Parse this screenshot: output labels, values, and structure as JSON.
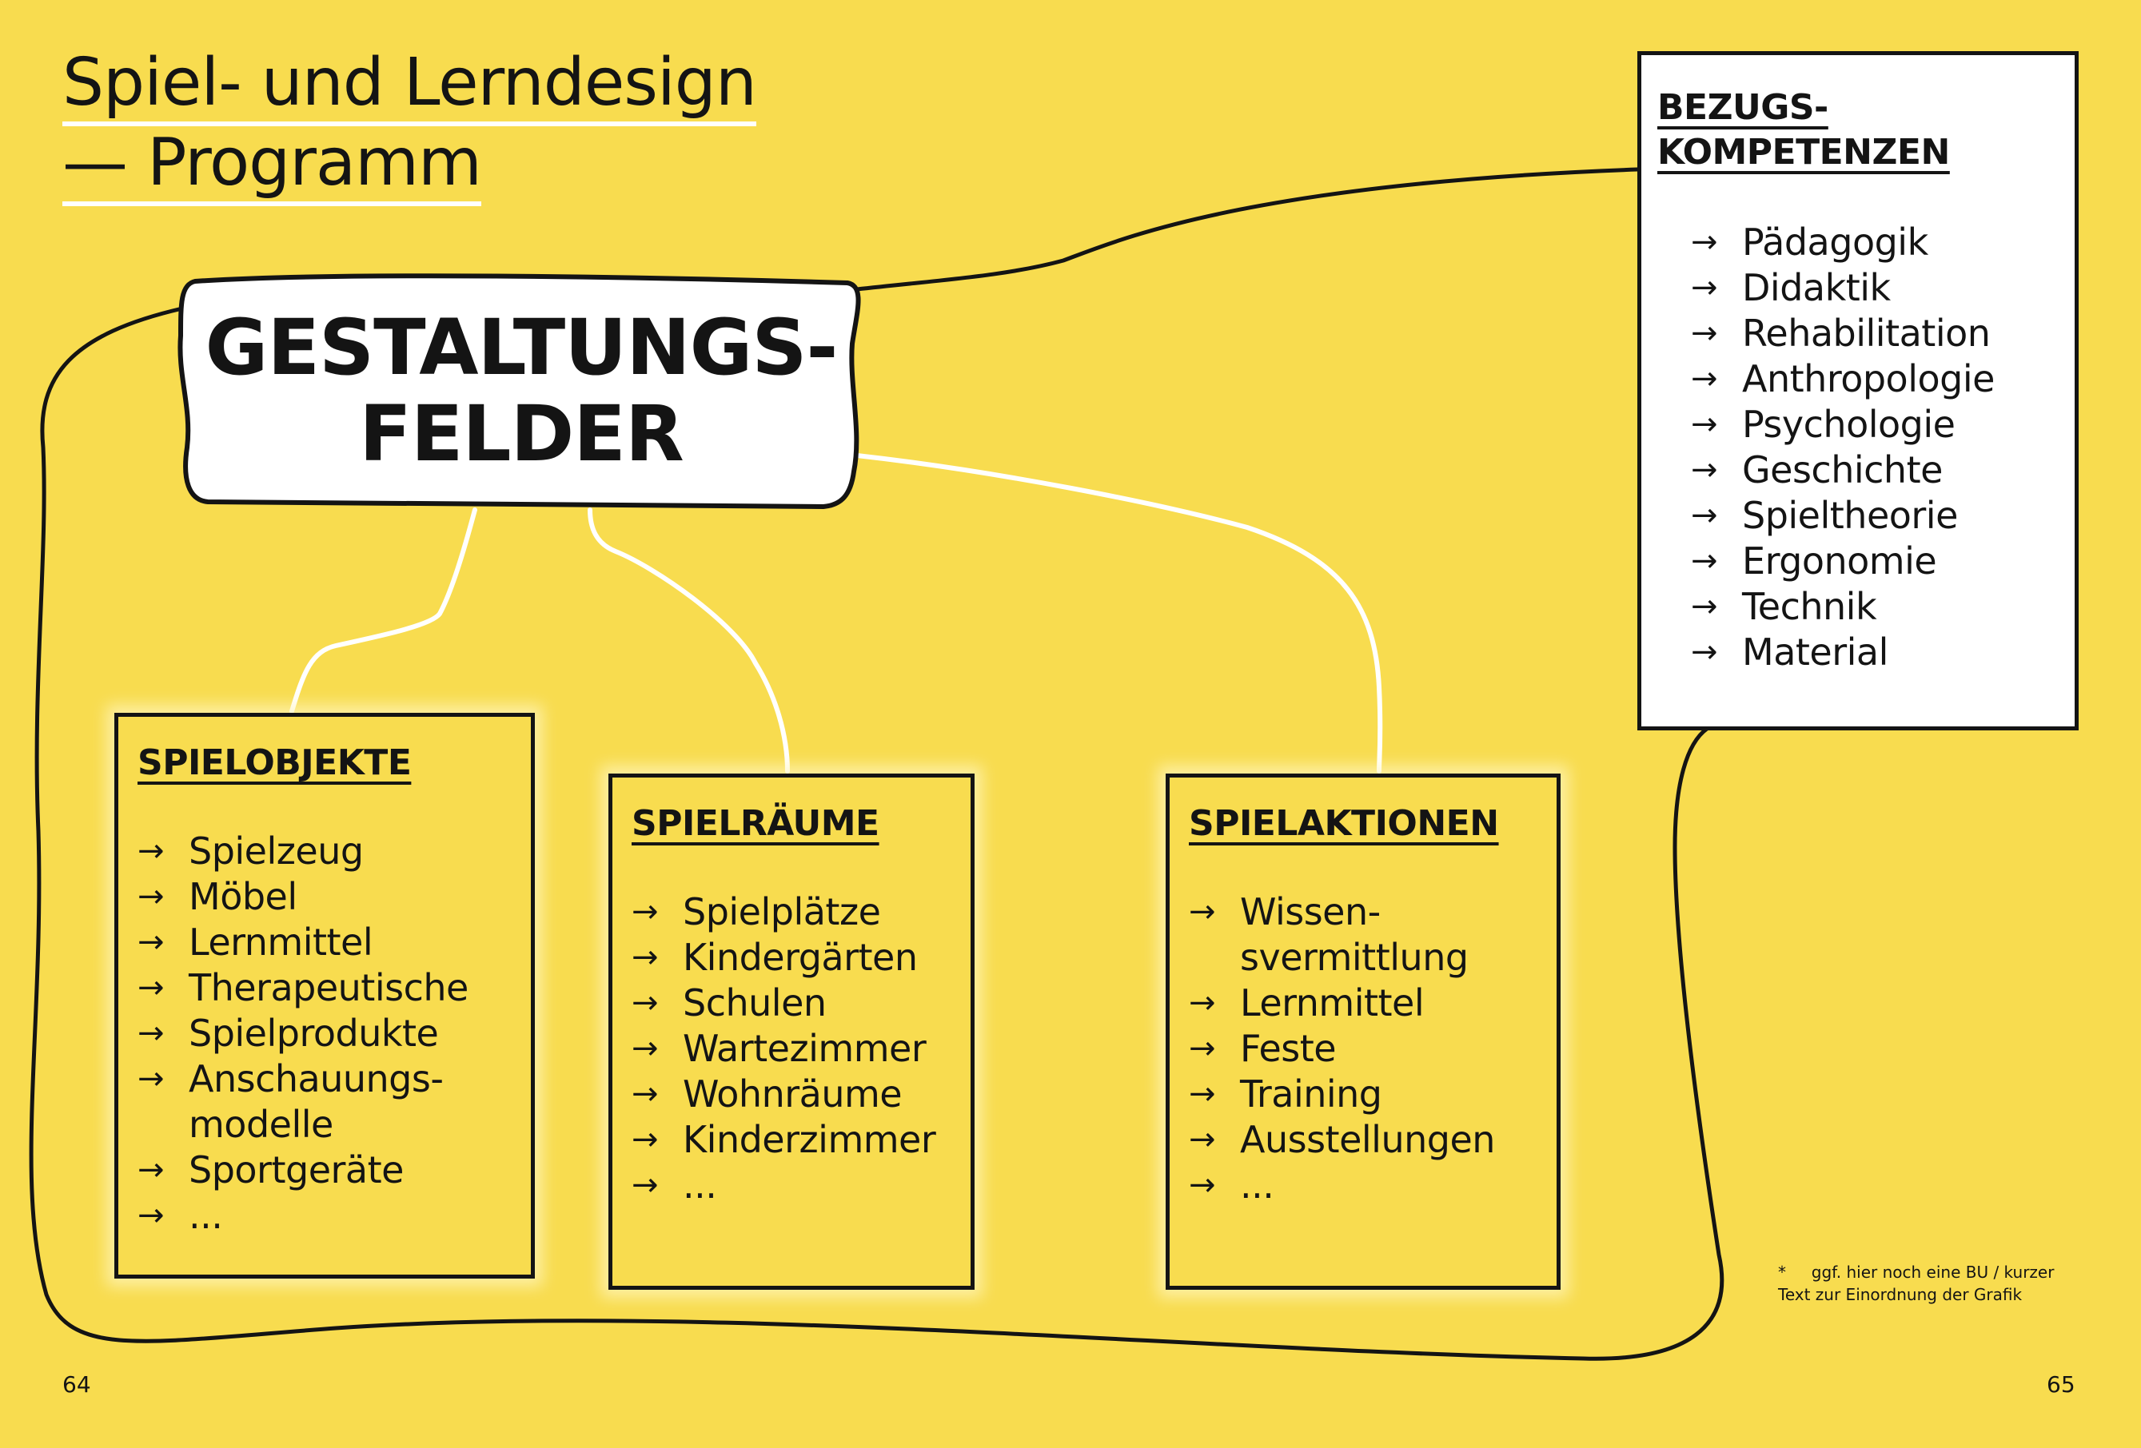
{
  "title": {
    "line1": "Spiel- und Lerndesign",
    "line2": "— Programm"
  },
  "center": {
    "line1": "GESTALTUNGS-",
    "line2": "FELDER"
  },
  "fields": [
    {
      "heading": "SPIELOBJEKTE",
      "items": [
        "Spielzeug",
        "Möbel",
        "Lernmittel",
        "Therapeutische",
        "Spielprodukte",
        "Anschauungs-\nmodelle",
        "Sportgeräte",
        "..."
      ]
    },
    {
      "heading": "SPIELRÄUME",
      "items": [
        "Spielplätze",
        "Kindergärten",
        "Schulen",
        "Wartezimmer",
        "Wohnräume",
        "Kinderzimmer",
        "..."
      ]
    },
    {
      "heading": "SPIELAKTIONEN",
      "items": [
        "Wissen-\nsvermittlung",
        "Lernmittel",
        "Feste",
        "Training",
        "Ausstellungen",
        "..."
      ]
    }
  ],
  "reference": {
    "heading_line1": "BEZUGS-",
    "heading_line2": "KOMPETENZEN",
    "items": [
      "Pädagogik",
      "Didaktik",
      "Rehabilitation",
      "Anthropologie",
      "Psychologie",
      "Geschichte",
      "Spieltheorie",
      "Ergonomie",
      "Technik",
      "Material"
    ]
  },
  "arrow_glyph": "→",
  "note": {
    "line1": "*     ggf. hier noch eine BU / kurzer",
    "line2": "Text zur Einordnung der Grafik"
  },
  "page_numbers": {
    "left": "64",
    "right": "65"
  },
  "colors": {
    "background": "#f8dc4f",
    "ink": "#141414",
    "connector": "#ffffff"
  }
}
